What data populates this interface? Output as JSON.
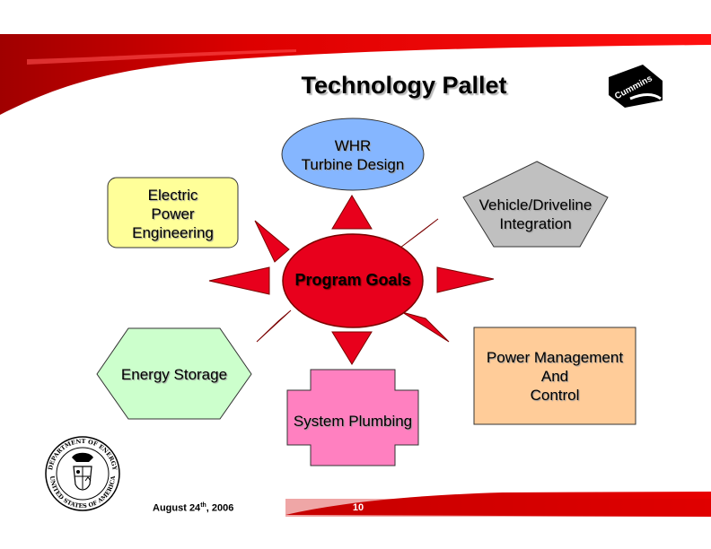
{
  "slide": {
    "title": "Technology Pallet",
    "center_label": "Program Goals",
    "nodes": {
      "whr": [
        "WHR",
        "Turbine Design"
      ],
      "electric": [
        "Electric",
        "Power",
        "Engineering"
      ],
      "vehicle": [
        "Vehicle/Driveline",
        "Integration"
      ],
      "energy": [
        "Energy Storage"
      ],
      "plumbing": [
        "System Plumbing"
      ],
      "power_mgmt": [
        "Power Management",
        "And",
        "Control"
      ]
    },
    "footer": {
      "date_prefix": "August 24",
      "date_sup": "th",
      "date_suffix": ", 2006",
      "page_number": "10"
    },
    "logos": {
      "brand_logo_text": "Cummins",
      "seal_outer_text": "DEPARTMENT OF ENERGY",
      "seal_inner_text": "UNITED STATES OF AMERICA"
    }
  },
  "colors": {
    "brand_red": "#dd0000",
    "dark_red": "#a00000",
    "whr_fill": "#85b6ff",
    "electric_fill": "#ffff99",
    "vehicle_fill": "#c0c0c0",
    "energy_fill": "#ccffcc",
    "plumbing_fill": "#ff80c0",
    "power_fill": "#ffcc99"
  }
}
